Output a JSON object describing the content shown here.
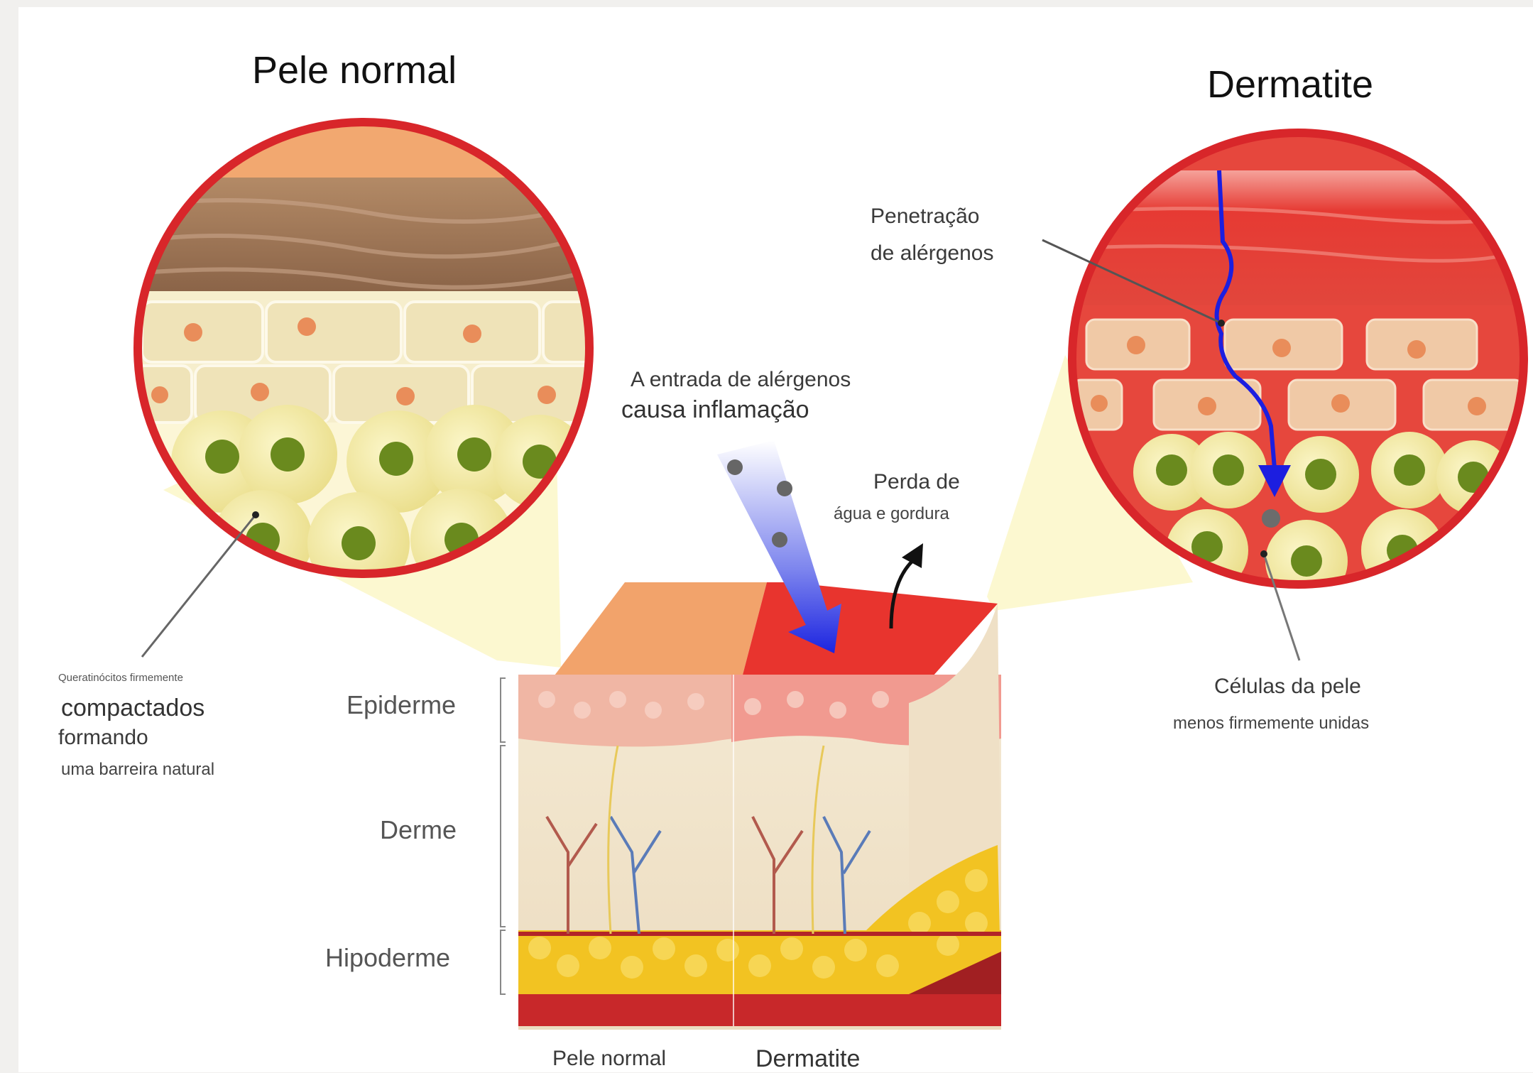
{
  "titles": {
    "left": "Pele normal",
    "right": "Dermatite"
  },
  "labels": {
    "penetration_line1": "Penetração",
    "penetration_line2": "de alérgenos",
    "entry_line1": "A entrada de alérgenos",
    "entry_line2": "causa inflamação",
    "loss_line1": "Perda de",
    "loss_line2": "água e gordura",
    "cells_line1": "Células da pele",
    "cells_line2": "menos firmemente unidas",
    "kerat_line1": "Queratinócitos firmemente",
    "kerat_line2": "compactados",
    "kerat_line3": "formando",
    "kerat_line4": "uma barreira natural"
  },
  "layers": {
    "epidermis": "Epiderme",
    "dermis": "Derme",
    "hypodermis": "Hipoderme"
  },
  "bottom": {
    "normal": "Pele normal",
    "dermatitis": "Dermatite"
  },
  "colors": {
    "ring": "#d8262a",
    "inflamed": "#e8433b",
    "normal_surface": "#f2a36b",
    "fat": "#f2c322",
    "cell_nucleus": "#6a8a1e",
    "allergen_arrow": "#1c1ee0"
  }
}
